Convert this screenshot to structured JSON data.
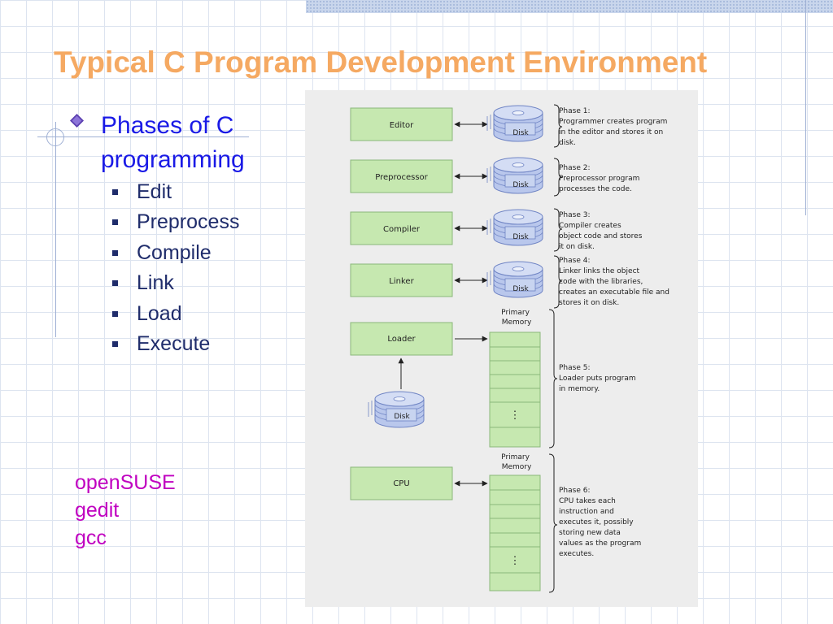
{
  "slide": {
    "title": "Typical C Program Development Environment",
    "main_bullet": "Phases of C programming",
    "sub_bullets": [
      "Edit",
      "Preprocess",
      "Compile",
      "Link",
      "Load",
      "Execute"
    ],
    "notes": [
      "openSUSE",
      "gedit",
      "gcc"
    ]
  },
  "diagram": {
    "stages": [
      {
        "label": "Editor",
        "phase_lines": [
          "Phase 1:",
          "Programmer creates program",
          "in the editor and stores it on",
          "disk."
        ]
      },
      {
        "label": "Preprocessor",
        "phase_lines": [
          "Phase 2:",
          "Preprocessor program",
          "processes the code."
        ]
      },
      {
        "label": "Compiler",
        "phase_lines": [
          "Phase 3:",
          "Compiler creates",
          "object code and stores",
          "it on disk."
        ]
      },
      {
        "label": "Linker",
        "phase_lines": [
          "Phase 4:",
          "Linker links the object",
          "code with the libraries,",
          "creates an executable file and",
          "stores it on disk."
        ]
      }
    ],
    "disk_label": "Disk",
    "loader": {
      "label": "Loader",
      "phase_lines": [
        "Phase 5:",
        "Loader puts program",
        "in memory."
      ]
    },
    "cpu": {
      "label": "CPU",
      "phase_lines": [
        "Phase 6:",
        "CPU takes each",
        "instruction and",
        "executes it, possibly",
        "storing new data",
        "values as the program",
        "executes."
      ]
    },
    "memory_label": [
      "Primary",
      "Memory"
    ],
    "ellipsis": "⋮"
  },
  "colors": {
    "title": "#f5a962",
    "bullet_text": "#1a1ae6",
    "sub_text": "#1f2c6b",
    "notes_text": "#c000c0",
    "box_fill": "#c6e8b0",
    "figure_bg": "#ededed",
    "disk_fill": "#b9c7ec"
  },
  "icons": {
    "main_bullet": "diamond-bullet-icon",
    "sub_bullet": "square-bullet-icon"
  }
}
